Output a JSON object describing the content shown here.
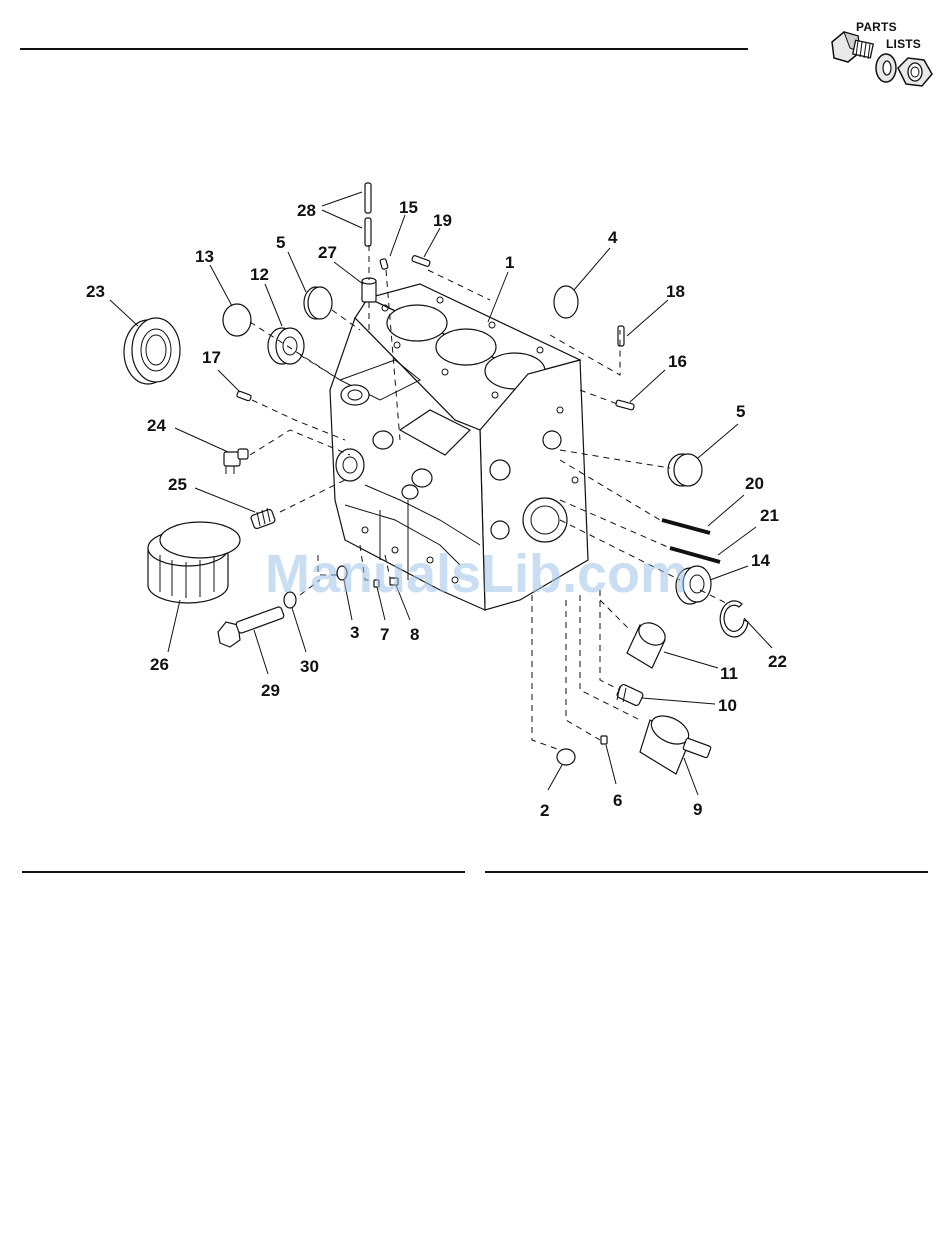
{
  "logo": {
    "line1": "PARTS",
    "line2": "LISTS",
    "icon": "bolt-washer-nut-icon"
  },
  "watermark": "ManualsLib.com",
  "callouts": [
    {
      "id": "c28",
      "label": "28"
    },
    {
      "id": "c15",
      "label": "15"
    },
    {
      "id": "c19",
      "label": "19"
    },
    {
      "id": "c27",
      "label": "27"
    },
    {
      "id": "c5a",
      "label": "5"
    },
    {
      "id": "c13",
      "label": "13"
    },
    {
      "id": "c12",
      "label": "12"
    },
    {
      "id": "c23",
      "label": "23"
    },
    {
      "id": "c1",
      "label": "1"
    },
    {
      "id": "c4",
      "label": "4"
    },
    {
      "id": "c18",
      "label": "18"
    },
    {
      "id": "c16",
      "label": "16"
    },
    {
      "id": "c17",
      "label": "17"
    },
    {
      "id": "c24",
      "label": "24"
    },
    {
      "id": "c5b",
      "label": "5"
    },
    {
      "id": "c25",
      "label": "25"
    },
    {
      "id": "c20",
      "label": "20"
    },
    {
      "id": "c21",
      "label": "21"
    },
    {
      "id": "c14",
      "label": "14"
    },
    {
      "id": "c22",
      "label": "22"
    },
    {
      "id": "c26",
      "label": "26"
    },
    {
      "id": "c3",
      "label": "3"
    },
    {
      "id": "c7",
      "label": "7"
    },
    {
      "id": "c8",
      "label": "8"
    },
    {
      "id": "c30",
      "label": "30"
    },
    {
      "id": "c29",
      "label": "29"
    },
    {
      "id": "c11",
      "label": "11"
    },
    {
      "id": "c10",
      "label": "10"
    },
    {
      "id": "c2",
      "label": "2"
    },
    {
      "id": "c6",
      "label": "6"
    },
    {
      "id": "c9",
      "label": "9"
    }
  ]
}
